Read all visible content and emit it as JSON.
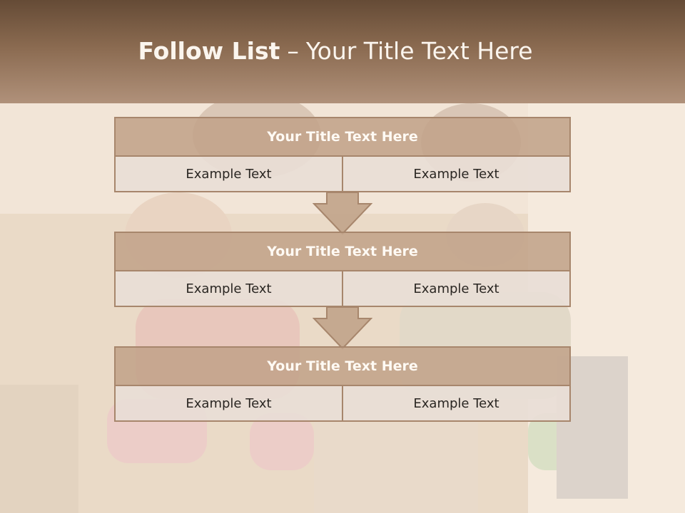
{
  "title": {
    "bold": "Follow List",
    "dash": "–",
    "rest": "Your Title Text Here"
  },
  "blocks": [
    {
      "heading": "Your Title Text Here",
      "left": "Example Text",
      "right": "Example Text"
    },
    {
      "heading": "Your Title Text Here",
      "left": "Example Text",
      "right": "Example Text"
    },
    {
      "heading": "Your Title Text Here",
      "left": "Example Text",
      "right": "Example Text"
    }
  ],
  "colors": {
    "header_top": "#654b36",
    "header_bottom": "#b0917a",
    "box_title": "#c1a38a",
    "box_cell": "#e9ded6",
    "border": "#a7866c"
  }
}
